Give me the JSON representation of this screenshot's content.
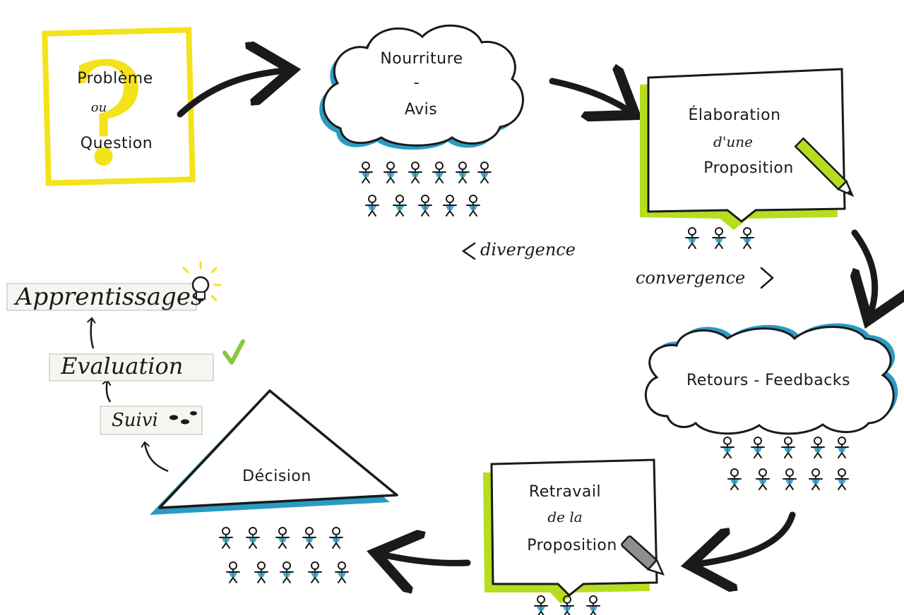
{
  "diagram": {
    "problem": {
      "line1": "Problème",
      "line2": "ou",
      "line3": "Question",
      "symbol": "?"
    },
    "nourriture": {
      "line1": "Nourriture",
      "line2": "-",
      "line3": "Avis"
    },
    "elaboration": {
      "line1": "Élaboration",
      "line2": "d'une",
      "line3": "Proposition"
    },
    "retours": {
      "label": "Retours - Feedbacks"
    },
    "retravail": {
      "line1": "Retravail",
      "line2": "de la",
      "line3": "Proposition"
    },
    "decision": {
      "label": "Décision"
    },
    "divergence": "divergence",
    "convergence": "convergence",
    "apprentissages": "Apprentissages",
    "evaluation": "Evaluation",
    "suivi": "Suivi"
  },
  "colors": {
    "problem_accent": "#f4e21a",
    "cloud_shadow": "#2a9bc3",
    "paper_shadow": "#b7dd1f",
    "decision_shadow": "#2a9bc3",
    "check_green": "#8cc63f",
    "ink": "#1a1a1a"
  }
}
